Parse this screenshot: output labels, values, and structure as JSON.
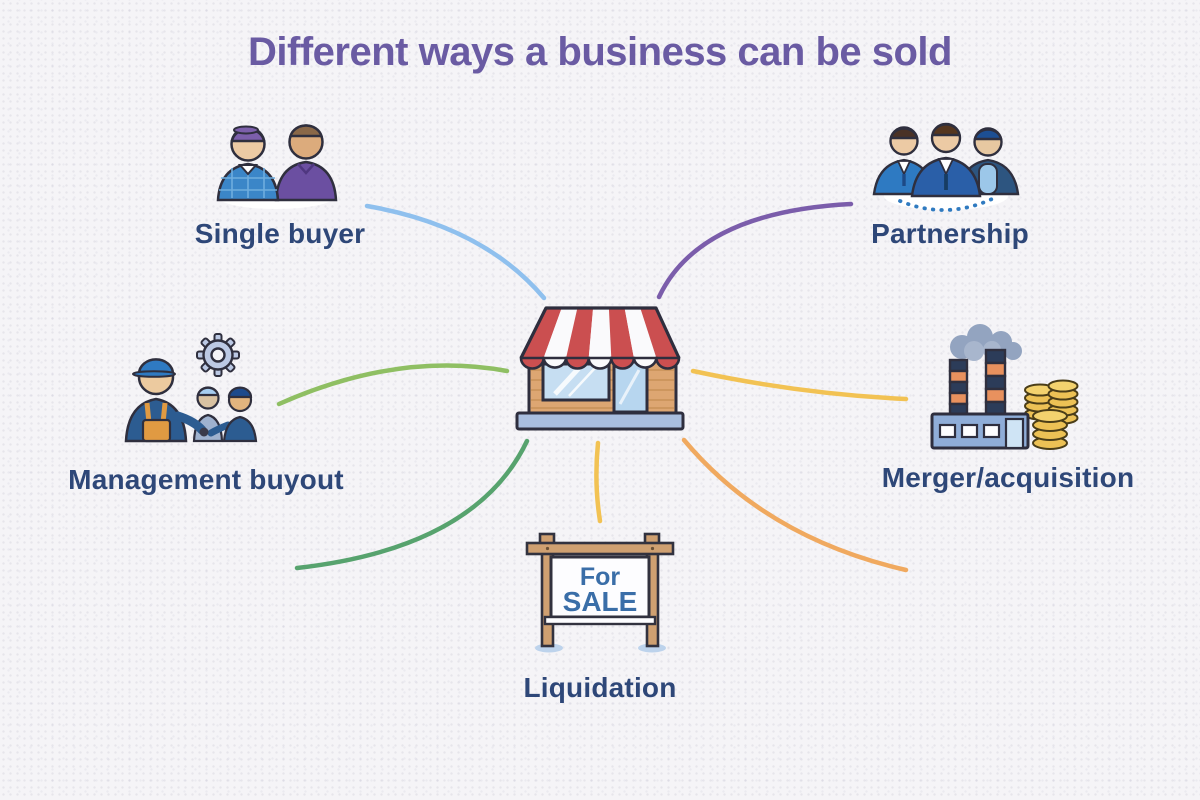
{
  "title": "Different ways a business can be sold",
  "colors": {
    "background": "#f5f4f7",
    "title": "#6a5ba3",
    "label": "#2e4778",
    "sign_text": "#3a6ea8",
    "awning_red": "#cb4f50",
    "store_wood": "#dda672",
    "coin_gold": "#ecc155"
  },
  "center": {
    "icon": "storefront-icon"
  },
  "nodes": [
    {
      "id": "single-buyer",
      "label": "Single buyer",
      "icon": "two-buyers-icon"
    },
    {
      "id": "partnership",
      "label": "Partnership",
      "icon": "three-partners-icon"
    },
    {
      "id": "management-buyout",
      "label": "Management buyout",
      "icon": "workers-gear-icon"
    },
    {
      "id": "merger-acquisition",
      "label": "Merger/acquisition",
      "icon": "factory-coins-icon"
    },
    {
      "id": "liquidation",
      "label": "Liquidation",
      "icon": "for-sale-sign-icon"
    }
  ],
  "sign": {
    "line1": "For",
    "line2": "SALE"
  },
  "connectors": [
    {
      "to": "single-buyer",
      "color": "#8fc0ee"
    },
    {
      "to": "partnership",
      "color": "#7b5dab"
    },
    {
      "to": "management-buyout",
      "color": "#8fbf63"
    },
    {
      "to": "merger-acquisition",
      "color": "#f2c253"
    },
    {
      "to": "liquidation",
      "color": "#f2c253"
    },
    {
      "to": "flourish-bottom-left",
      "color": "#57a36e"
    },
    {
      "to": "flourish-bottom-right",
      "color": "#f0a95f"
    }
  ]
}
